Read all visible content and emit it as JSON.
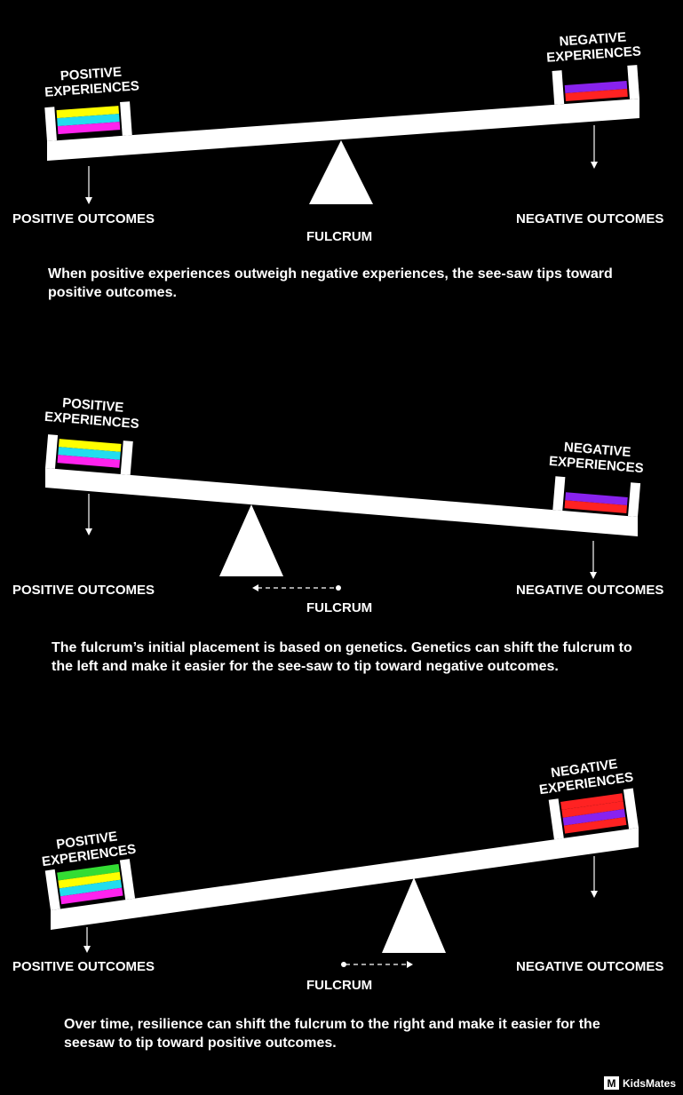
{
  "colors": {
    "background": "#000000",
    "foreground": "#ffffff",
    "yellow": "#ffff00",
    "cyan": "#22ddee",
    "magenta": "#ff22ee",
    "green": "#33dd33",
    "purple": "#8822ee",
    "red": "#ff2222"
  },
  "labels": {
    "positive_experiences_line1": "POSITIVE",
    "positive_experiences_line2": "EXPERIENCES",
    "negative_experiences_line1": "NEGATIVE",
    "negative_experiences_line2": "EXPERIENCES",
    "positive_outcomes": "POSITIVE OUTCOMES",
    "negative_outcomes": "NEGATIVE OUTCOMES",
    "fulcrum": "FULCRUM"
  },
  "panels": [
    {
      "tilt": "toward positive outcomes",
      "fulcrum_position": "center",
      "fulcrum_shift": "none",
      "positive_blocks": [
        "yellow",
        "cyan",
        "magenta"
      ],
      "negative_blocks": [
        "purple",
        "red"
      ],
      "caption": "When positive experiences outweigh negative experiences, the see-saw tips toward positive outcomes."
    },
    {
      "tilt": "toward negative outcomes",
      "fulcrum_position": "left",
      "fulcrum_shift": "left",
      "positive_blocks": [
        "yellow",
        "cyan",
        "magenta"
      ],
      "negative_blocks": [
        "purple",
        "red"
      ],
      "caption": "The fulcrum’s initial placement is based on genetics. Genetics can shift the fulcrum to the left and make it easier for the see-saw to tip toward negative outcomes."
    },
    {
      "tilt": "toward positive outcomes",
      "fulcrum_position": "right",
      "fulcrum_shift": "right",
      "positive_blocks": [
        "green",
        "yellow",
        "cyan",
        "magenta"
      ],
      "negative_blocks": [
        "red",
        "red",
        "purple",
        "red"
      ],
      "caption": "Over time, resilience can shift the fulcrum to the right and make it easier for the seesaw to tip toward positive outcomes."
    }
  ],
  "brand": {
    "logo_mark": "M",
    "name": "KidsMates"
  }
}
